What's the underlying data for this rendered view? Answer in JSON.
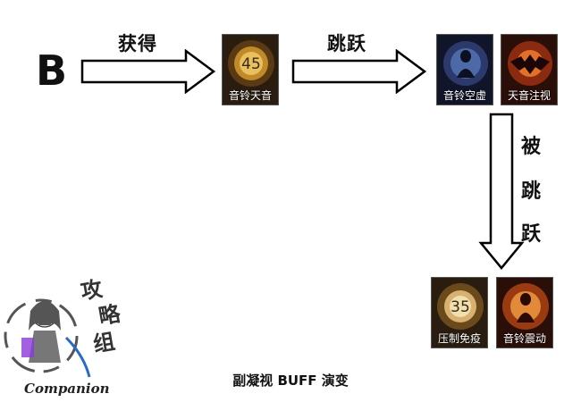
{
  "heading_letter": "B",
  "arrows": {
    "first_label": "获得",
    "second_label": "跳跃",
    "vertical_label_chars": [
      "被",
      "跳",
      "跃"
    ]
  },
  "icons": {
    "start": {
      "label": "音铃天音",
      "counter": "45"
    },
    "after_jump_1": {
      "label": "音铃空虚"
    },
    "after_jump_2": {
      "label": "天音注视"
    },
    "final_1": {
      "label": "压制免疫",
      "counter": "35"
    },
    "final_2": {
      "label": "音铃震动"
    }
  },
  "caption": "副凝视 BUFF 演变",
  "logo": {
    "chars": [
      "攻",
      "略",
      "组"
    ],
    "word": "Companion"
  },
  "colors": {
    "arrow_stroke": "#000000",
    "arrow_fill": "#ffffff",
    "accent_purple": "#8a3ad8"
  }
}
